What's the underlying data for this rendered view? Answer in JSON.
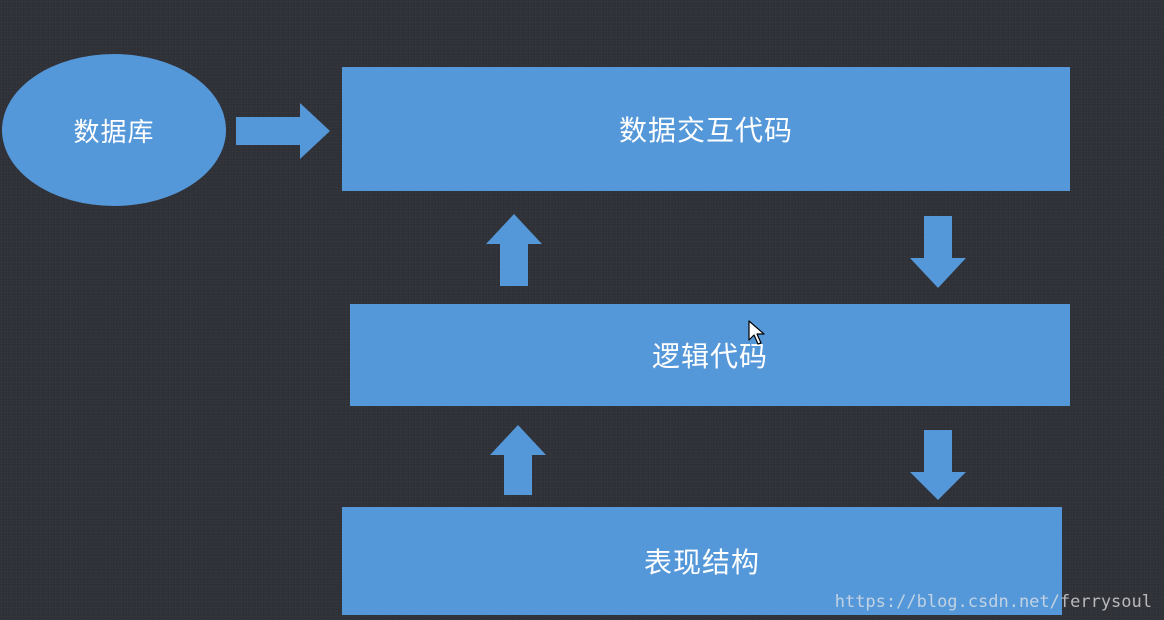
{
  "nodes": {
    "database": "数据库",
    "data_interaction": "数据交互代码",
    "logic": "逻辑代码",
    "presentation": "表现结构"
  },
  "watermark": "https://blog.csdn.net/ferrysoul",
  "colors": {
    "background": "#2f3138",
    "node_fill": "#5598d9",
    "text": "#ffffff"
  },
  "icons": [
    "arrow-right-icon",
    "arrow-up-icon",
    "arrow-down-icon",
    "mouse-pointer-icon"
  ]
}
